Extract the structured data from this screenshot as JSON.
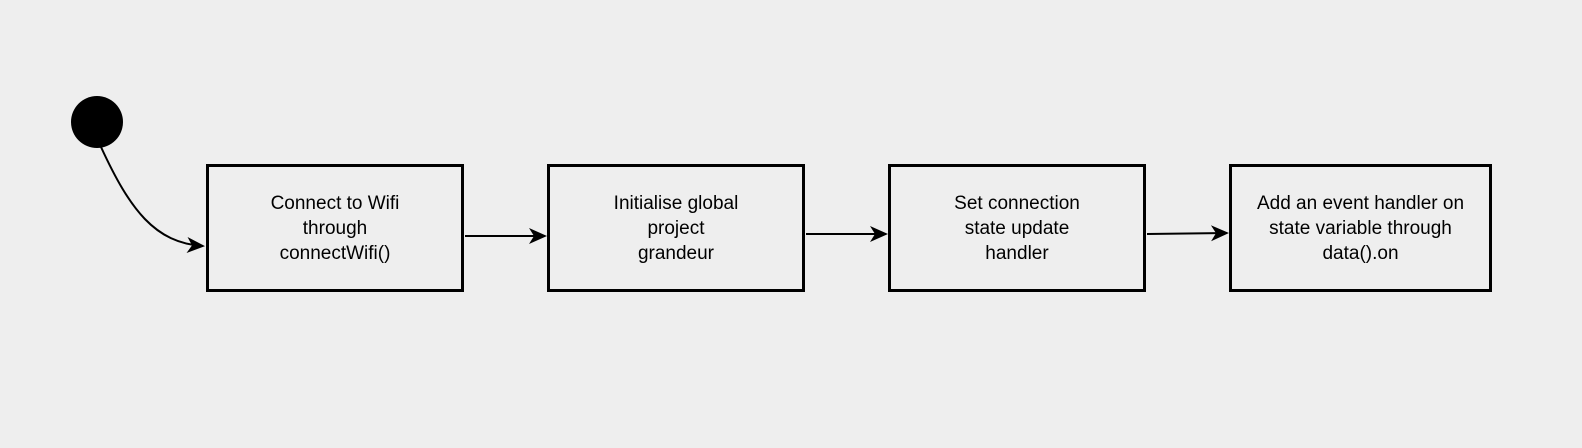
{
  "diagram": {
    "type": "activity-flowchart",
    "start_node": {
      "shape": "filled-circle",
      "color": "#000000"
    },
    "nodes": [
      {
        "id": "n1",
        "label": "Connect to Wifi\nthrough\nconnectWifi()"
      },
      {
        "id": "n2",
        "label": "Initialise global\nproject\ngrandeur"
      },
      {
        "id": "n3",
        "label": "Set connection\nstate update\nhandler"
      },
      {
        "id": "n4",
        "label": "Add an event handler on\nstate variable through\ndata().on"
      }
    ],
    "edges": [
      {
        "from": "start",
        "to": "n1"
      },
      {
        "from": "n1",
        "to": "n2"
      },
      {
        "from": "n2",
        "to": "n3"
      },
      {
        "from": "n3",
        "to": "n4"
      }
    ],
    "colors": {
      "background": "#eeeeee",
      "stroke": "#000000",
      "text": "#000000"
    }
  }
}
